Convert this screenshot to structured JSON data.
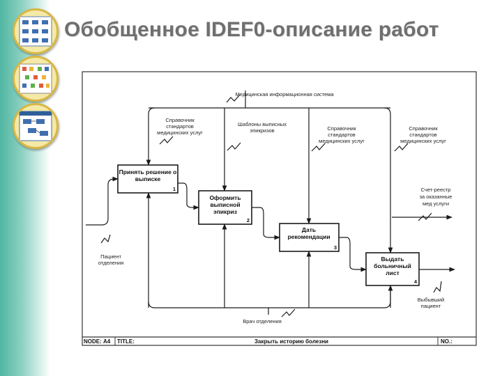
{
  "slide": {
    "title": "Обобщенное IDEF0-описание работ"
  },
  "diagram": {
    "activities": [
      {
        "line1": "Принять решение о",
        "line2": "выписке",
        "number": "1"
      },
      {
        "line1": "Оформить",
        "line2": "выписной",
        "line3": "эпикриз",
        "number": "2"
      },
      {
        "line1": "Дать",
        "line2": "рекомендации",
        "number": "3"
      },
      {
        "line1": "Выдать",
        "line2": "больничный",
        "line3": "лист",
        "number": "4"
      }
    ],
    "arrows": {
      "mis": "Медицинская информационная система",
      "standards1": [
        "Справочник",
        "стандартов",
        "медицинских услуг"
      ],
      "templates": [
        "Шаблоны выписных",
        "эпикризов"
      ],
      "standards2": [
        "Справочник",
        "стандартов",
        "медицинских услуг"
      ],
      "standards3": [
        "Справочник",
        "стандартов",
        "медицинских услуг"
      ],
      "invoice": [
        "Счет-реестр",
        "за оказанные",
        "мед услуги"
      ],
      "patient_in": [
        "Пациент",
        "отделения"
      ],
      "patient_out": [
        "Выбывший",
        "пациент"
      ],
      "doctor": "Врач отделения"
    },
    "footer": {
      "node_label": "NODE:",
      "node_value": "A4",
      "title_label": "TITLE:",
      "title_value": "Закрыть историю болезни",
      "no_label": "NO.:"
    }
  },
  "colors": {
    "title": "#6f6f6f",
    "line": "#1a1a1a",
    "thumb_border": "#d9b744"
  }
}
